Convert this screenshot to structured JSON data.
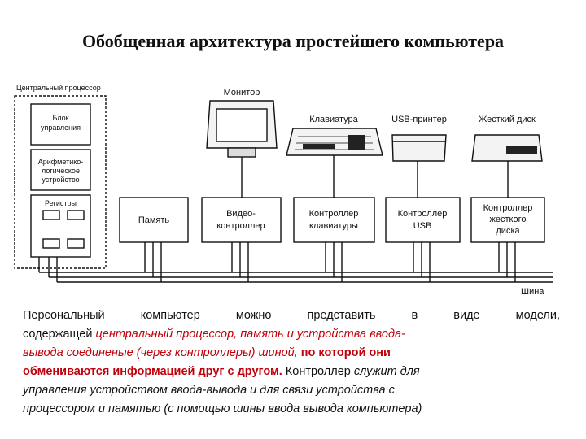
{
  "title": "Обобщенная архитектура простейшего  компьютера",
  "diagram": {
    "cpu_label": "Центральный процессор",
    "control_unit": [
      "Блок",
      "управления"
    ],
    "alu": [
      "Арифметико-",
      "логическое",
      "устройство"
    ],
    "registers": "Регистры",
    "memory": "Память",
    "video_controller": [
      "Видео-",
      "контроллер"
    ],
    "keyboard_controller": [
      "Контроллер",
      "клавиатуры"
    ],
    "usb_controller": [
      "Контроллер",
      "USB"
    ],
    "disk_controller": [
      "Контроллер",
      "жесткого",
      "диска"
    ],
    "monitor": "Монитор",
    "keyboard": "Клавиатура",
    "usb_printer": "USB-принтер",
    "hard_disk": "Жесткий диск",
    "bus": "Шина"
  },
  "caption": {
    "l1": "Персональный  компьютер  можно  представить  в  виде  модели,",
    "l2a": "содержащей ",
    "l2b": "центральный процессор, память  и устройства ввода-",
    "l3a": "вывода соединеные (через контроллеры) шиной, ",
    "l3b": "по которой они",
    "l4a": "обмениваются информацией друг с другом.",
    "l4b": " Контроллер ",
    "l4c": "служит для",
    "l5": "управления устройством ввода-вывода и для связи устройства с",
    "l6": "процессором и памятью (с помощью шины ввода вывода компьютера)"
  }
}
